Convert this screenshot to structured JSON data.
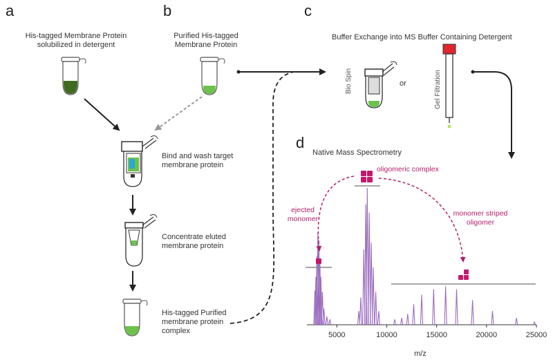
{
  "panels": {
    "a": {
      "letter": "a",
      "label_line1": "His-tagged Membrane Protein",
      "label_line2": "solubilized in detergent"
    },
    "b": {
      "letter": "b",
      "label_line1": "Purified His-tagged",
      "label_line2": "Membrane Protein"
    },
    "c": {
      "letter": "c",
      "title": "Buffer Exchange into MS Buffer Containing Detergent",
      "bio_spin": "Bio Spin",
      "or": "or",
      "gel_filtration": "Gel Filtration"
    },
    "d": {
      "letter": "d",
      "title": "Native Mass Spectrometry"
    }
  },
  "steps": [
    {
      "line1": "Bind and wash target",
      "line2": "membrane protein"
    },
    {
      "line1": "Concentrate eluted",
      "line2": "membrane protein"
    },
    {
      "line1": "His-tagged Purified",
      "line2": "membrane protein",
      "line3": "complex"
    }
  ],
  "annotations": {
    "oligomeric": "oligomeric complex",
    "ejected_line1": "ejected",
    "ejected_line2": "monomer",
    "striped_line1": "monomer striped",
    "striped_line2": "oligomer"
  },
  "colors": {
    "spectrum": "#9b6dbf",
    "magenta": "#b21f6b",
    "green": "#6cc24a",
    "dark_green": "#3f6b1f",
    "red_cap": "#e0262e"
  },
  "chart_data": {
    "type": "line",
    "xlabel": "m/z",
    "ylabel": "",
    "xlim": [
      2000,
      25000
    ],
    "x_ticks": [
      5000,
      10000,
      15000,
      20000,
      25000
    ],
    "peaks": [
      {
        "x": 2800,
        "y": 0.25
      },
      {
        "x": 2900,
        "y": 0.35
      },
      {
        "x": 3000,
        "y": 0.5
      },
      {
        "x": 3100,
        "y": 0.68
      },
      {
        "x": 3200,
        "y": 0.62
      },
      {
        "x": 3300,
        "y": 0.48
      },
      {
        "x": 3400,
        "y": 0.35
      },
      {
        "x": 3550,
        "y": 0.24
      },
      {
        "x": 3700,
        "y": 0.12
      },
      {
        "x": 4000,
        "y": 0.06
      },
      {
        "x": 4300,
        "y": 0.04
      },
      {
        "x": 7200,
        "y": 0.1
      },
      {
        "x": 7400,
        "y": 0.2
      },
      {
        "x": 7700,
        "y": 0.55
      },
      {
        "x": 7900,
        "y": 0.88
      },
      {
        "x": 8050,
        "y": 1.0
      },
      {
        "x": 8250,
        "y": 0.82
      },
      {
        "x": 8450,
        "y": 0.6
      },
      {
        "x": 8650,
        "y": 0.42
      },
      {
        "x": 8900,
        "y": 0.24
      },
      {
        "x": 9200,
        "y": 0.1
      },
      {
        "x": 10800,
        "y": 0.04
      },
      {
        "x": 11500,
        "y": 0.05
      },
      {
        "x": 12100,
        "y": 0.08
      },
      {
        "x": 12700,
        "y": 0.15
      },
      {
        "x": 13500,
        "y": 0.22
      },
      {
        "x": 14700,
        "y": 0.26
      },
      {
        "x": 15900,
        "y": 0.28
      },
      {
        "x": 17000,
        "y": 0.26
      },
      {
        "x": 18600,
        "y": 0.18
      },
      {
        "x": 20600,
        "y": 0.1
      },
      {
        "x": 23000,
        "y": 0.05
      },
      {
        "x": 24800,
        "y": 0.02
      }
    ]
  }
}
